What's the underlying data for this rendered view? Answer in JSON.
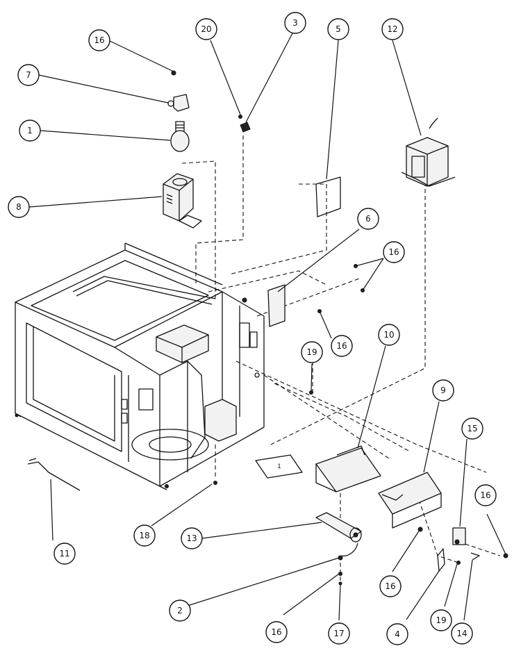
{
  "diagram": {
    "type": "exploded-parts-diagram",
    "callouts": [
      {
        "id": "c16a",
        "label": "16"
      },
      {
        "id": "c7",
        "label": "7"
      },
      {
        "id": "c1",
        "label": "1"
      },
      {
        "id": "c8",
        "label": "8"
      },
      {
        "id": "c20",
        "label": "20"
      },
      {
        "id": "c3",
        "label": "3"
      },
      {
        "id": "c5",
        "label": "5"
      },
      {
        "id": "c12",
        "label": "12"
      },
      {
        "id": "c6",
        "label": "6"
      },
      {
        "id": "c16b",
        "label": "16"
      },
      {
        "id": "c16c",
        "label": "16"
      },
      {
        "id": "c19a",
        "label": "19"
      },
      {
        "id": "c10",
        "label": "10"
      },
      {
        "id": "c9",
        "label": "9"
      },
      {
        "id": "c15",
        "label": "15"
      },
      {
        "id": "c16d",
        "label": "16"
      },
      {
        "id": "c11",
        "label": "11"
      },
      {
        "id": "c18",
        "label": "18"
      },
      {
        "id": "c13",
        "label": "13"
      },
      {
        "id": "c2",
        "label": "2"
      },
      {
        "id": "c16e",
        "label": "16"
      },
      {
        "id": "c17",
        "label": "17"
      },
      {
        "id": "c16f",
        "label": "16"
      },
      {
        "id": "c4",
        "label": "4"
      },
      {
        "id": "c19b",
        "label": "19"
      },
      {
        "id": "c14",
        "label": "14"
      }
    ],
    "part_labels": {
      "base_panel_label": "1"
    }
  }
}
